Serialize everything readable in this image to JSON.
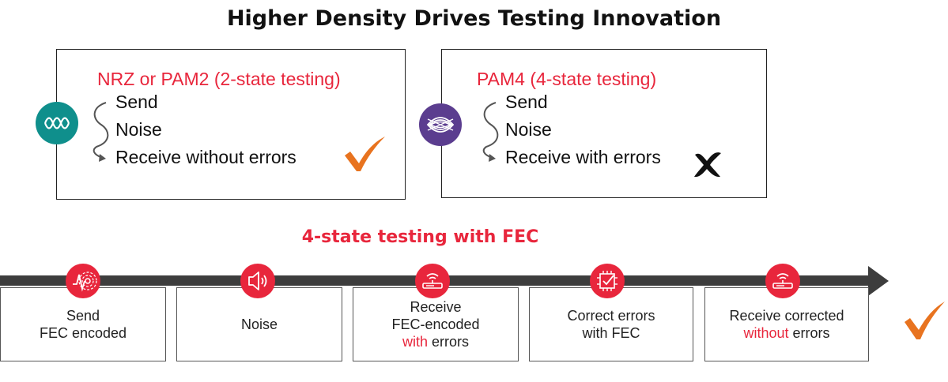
{
  "title": "Higher Density Drives Testing Innovation",
  "colors": {
    "accent": "#e8263c",
    "teal": "#0f8f8c",
    "purple": "#5b3d8f",
    "check": "#e8731f",
    "arrow": "#3d3d3d"
  },
  "nrz_box": {
    "heading": "NRZ or PAM2 (2-state testing)",
    "steps": [
      "Send",
      "Noise",
      "Receive without errors"
    ],
    "icon": "nrz-waveform-icon",
    "result_icon": "checkmark-icon"
  },
  "pam4_box": {
    "heading": "PAM4 (4-state testing)",
    "steps": [
      "Send",
      "Noise",
      "Receive with errors"
    ],
    "icon": "pam4-eye-icon",
    "result_icon": "cross-icon"
  },
  "fec": {
    "title": "4-state testing with FEC",
    "steps": [
      {
        "line1": "Send",
        "line2": "FEC encoded",
        "line3": "",
        "icon": "signal-wave-icon"
      },
      {
        "line1": "Noise",
        "line2": "",
        "line3": "",
        "icon": "speaker-icon"
      },
      {
        "line1": "Receive",
        "line2": "FEC-encoded",
        "line3_red": "with",
        "line3": " errors",
        "icon": "receiver-icon"
      },
      {
        "line1": "Correct errors",
        "line2": "with FEC",
        "line3": "",
        "icon": "chip-check-icon"
      },
      {
        "line1": "Receive corrected",
        "line2_red": "without",
        "line2": " errors",
        "icon": "receiver-icon"
      }
    ],
    "result_icon": "checkmark-icon"
  }
}
